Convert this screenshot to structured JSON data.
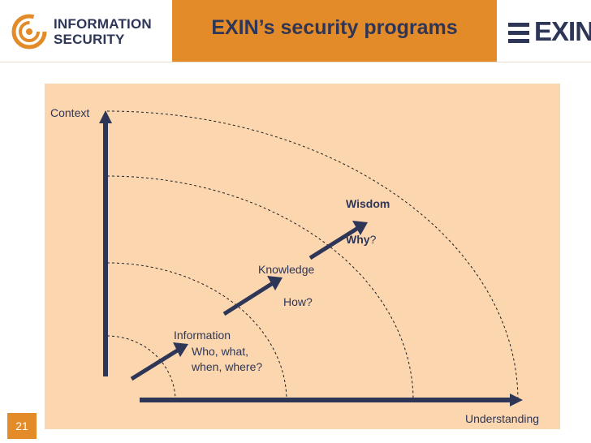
{
  "header": {
    "logo_text_line1": "INFORMATION",
    "logo_text_line2": "SECURITY",
    "title": "EXIN’s security programs",
    "brand": "EXIN"
  },
  "diagram": {
    "y_axis_label": "Context",
    "x_axis_label": "Understanding",
    "levels": [
      {
        "name": "Information",
        "question_line1": "Who, what,",
        "question_line2": "when, where?"
      },
      {
        "name": "Knowledge",
        "question": "How?"
      },
      {
        "name": "Wisdom",
        "question_bold": "Why",
        "question_suffix": "?"
      }
    ]
  },
  "footer": {
    "page_number": "21"
  },
  "colors": {
    "accent_orange": "#e38a29",
    "navy": "#2e3658",
    "panel_bg": "#fbd6ae"
  }
}
